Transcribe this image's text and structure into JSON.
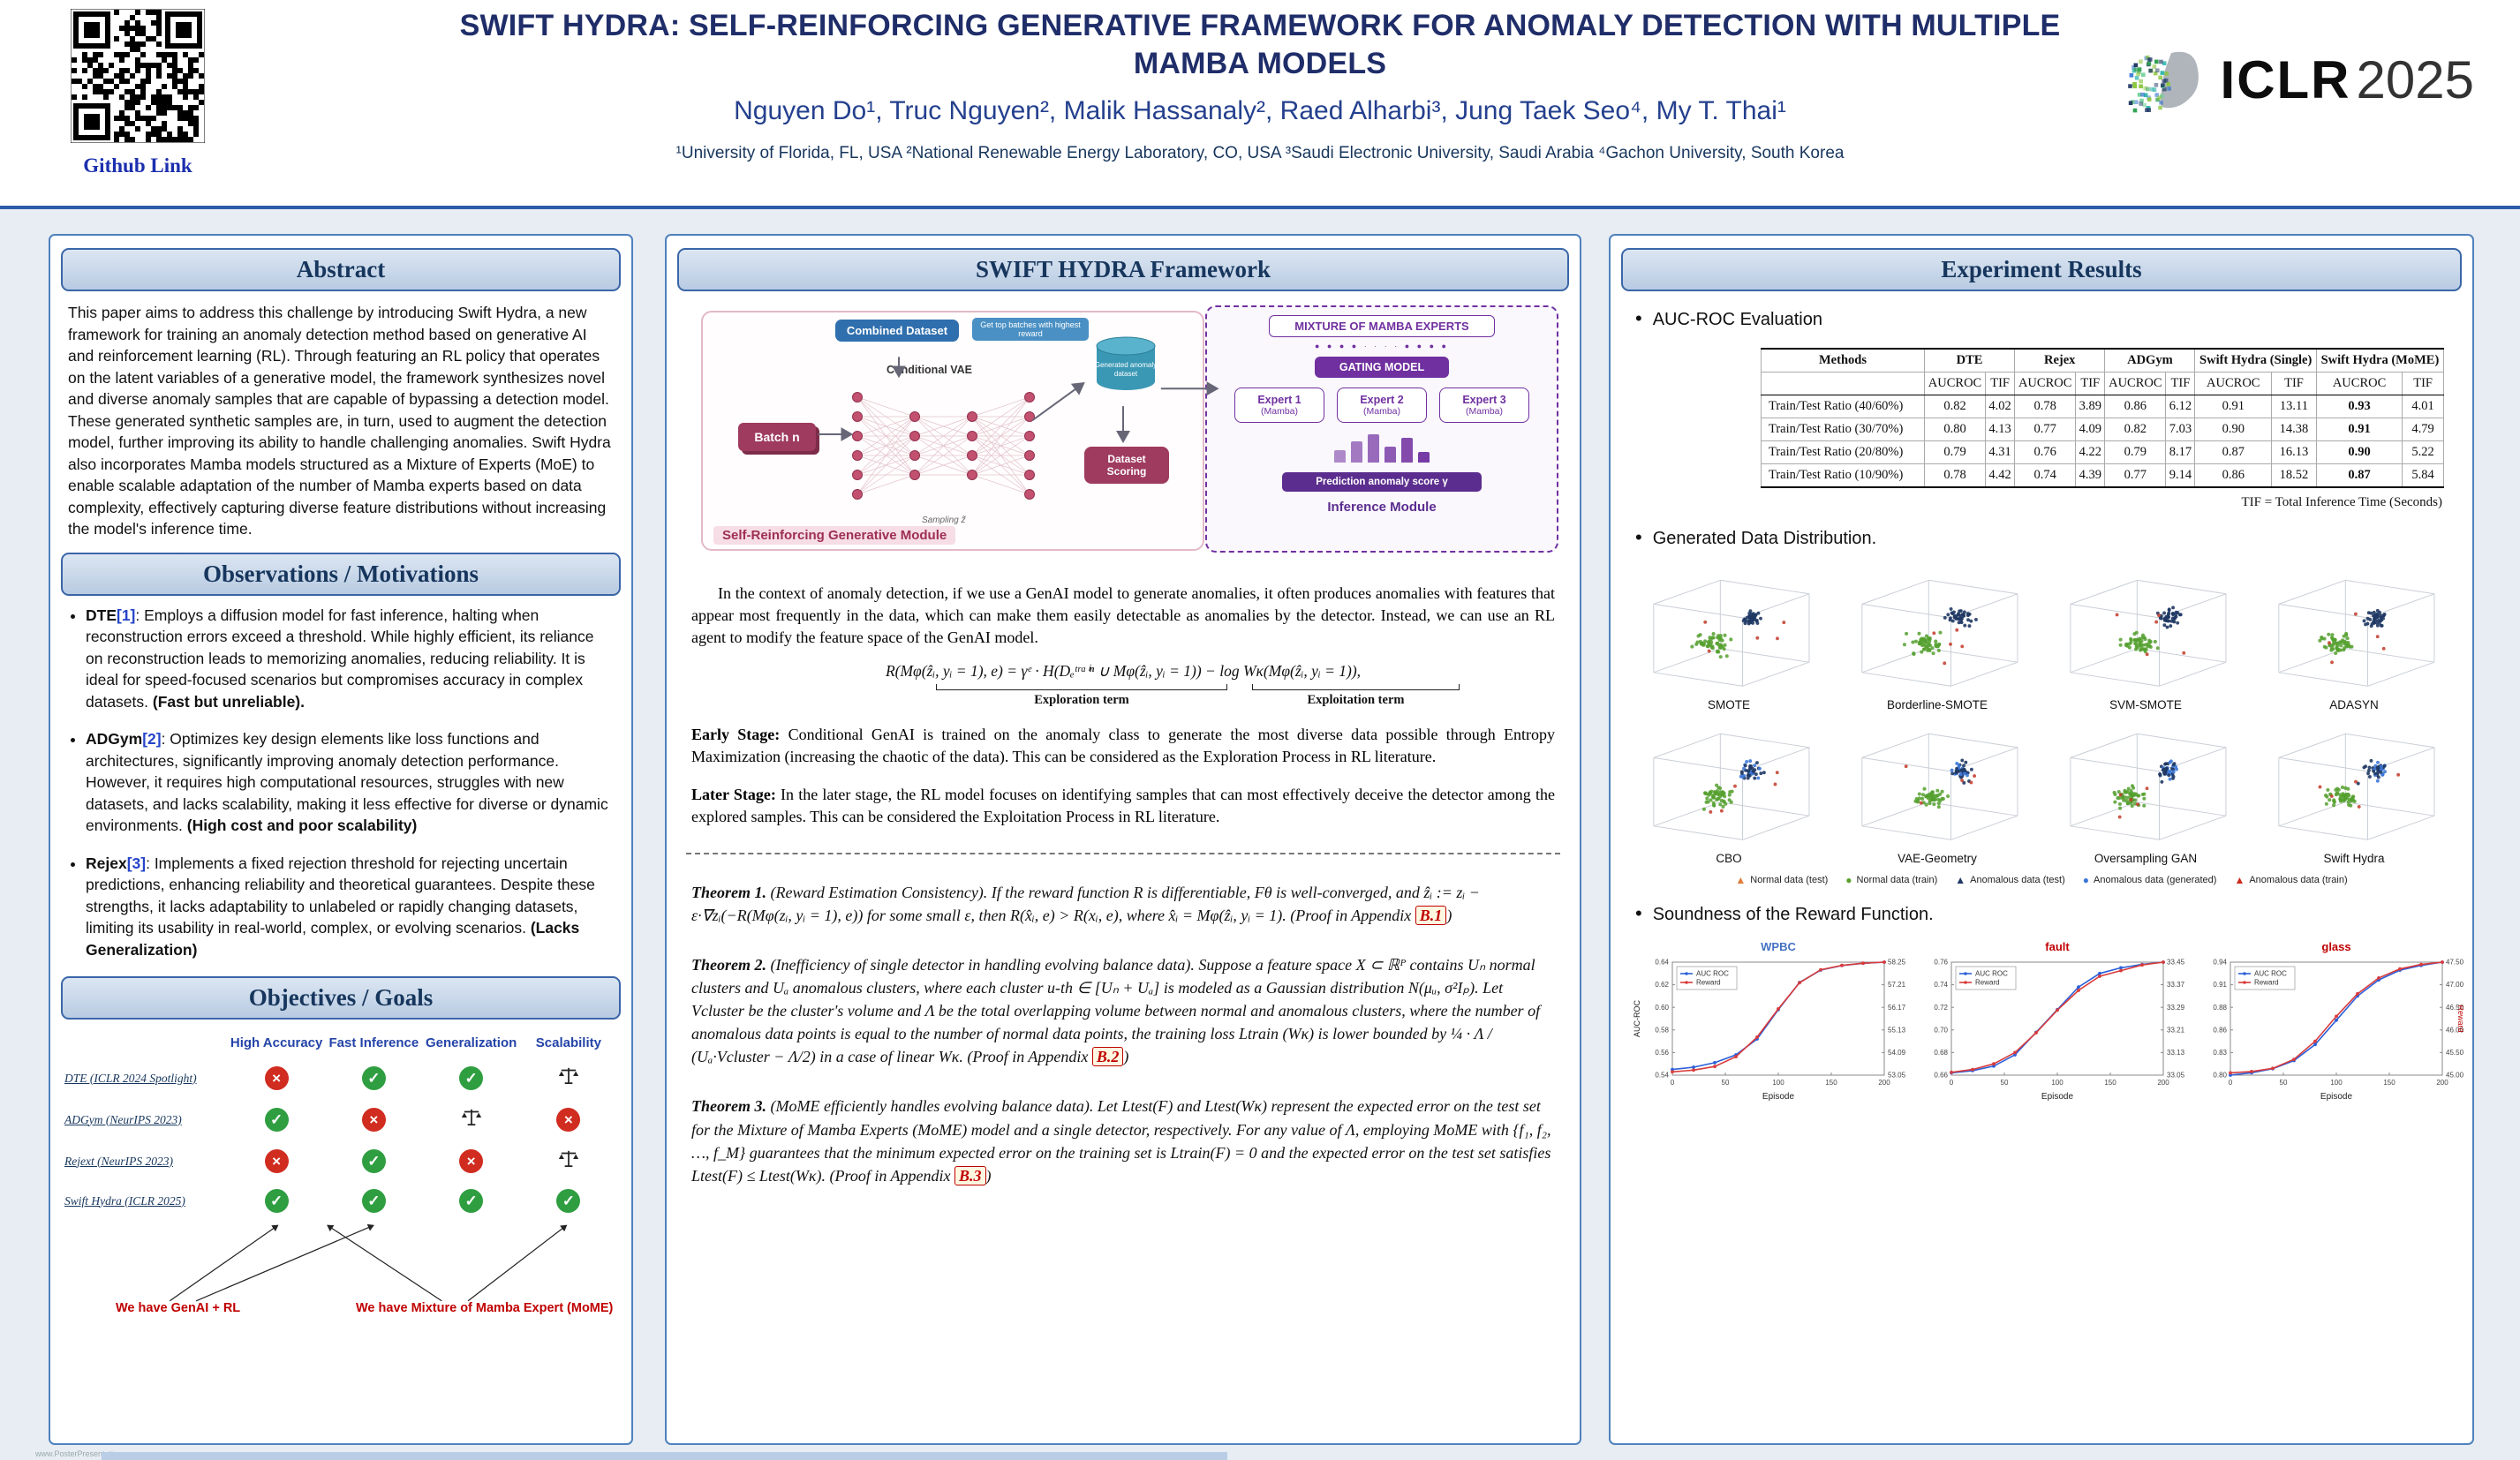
{
  "header": {
    "title": "SWIFT HYDRA: SELF-REINFORCING GENERATIVE FRAMEWORK FOR ANOMALY DETECTION WITH MULTIPLE MAMBA MODELS",
    "authors": "Nguyen Do¹, Truc Nguyen², Malik Hassanaly², Raed Alharbi³, Jung Taek Seo⁴, My T. Thai¹",
    "affiliations": "¹University of Florida, FL, USA  ²National Renewable Energy Laboratory, CO, USA  ³Saudi Electronic University, Saudi Arabia  ⁴Gachon University, South Korea",
    "qr_label": "Github Link",
    "logo_iclr": "ICLR",
    "logo_year": "2025"
  },
  "left": {
    "abstract": {
      "title": "Abstract",
      "body": "This paper aims to address this challenge by introducing Swift Hydra, a new framework for training an anomaly detection method based on generative AI and reinforcement learning (RL). Through featuring an RL policy that operates on the latent variables of a generative model, the framework synthesizes novel and diverse anomaly samples that are capable of bypassing a detection model. These generated synthetic samples are, in turn, used to augment the detection model, further improving its ability to handle challenging anomalies. Swift Hydra also incorporates Mamba models structured as a Mixture of Experts (MoE) to enable scalable adaptation of the number of Mamba experts based on data complexity, effectively capturing diverse feature distributions without increasing the model's inference time."
    },
    "observations": {
      "title": "Observations / Motivations",
      "items": [
        {
          "name": "DTE",
          "ref": "[1]",
          "text": ": Employs a diffusion model for fast inference, halting when reconstruction errors exceed a threshold. While highly efficient, its reliance on reconstruction leads to memorizing anomalies, reducing reliability. It is ideal for speed-focused scenarios but compromises accuracy in complex datasets. ",
          "tail": "(Fast but unreliable)."
        },
        {
          "name": "ADGym",
          "ref": "[2]",
          "text": ": Optimizes key design elements like loss functions and architectures, significantly improving anomaly detection performance. However, it requires high computational resources, struggles with new datasets, and lacks scalability, making it less effective for diverse or dynamic environments. ",
          "tail": "(High cost and poor scalability)"
        },
        {
          "name": "Rejex",
          "ref": "[3]",
          "text": ": Implements a fixed rejection threshold for rejecting uncertain predictions, enhancing reliability and theoretical guarantees. Despite these strengths, it lacks adaptability to unlabeled or rapidly changing datasets, limiting its usability in real-world, complex, or evolving scenarios. ",
          "tail": "(Lacks Generalization)"
        }
      ]
    },
    "objectives": {
      "title": "Objectives / Goals",
      "columns": [
        "High Accuracy",
        "Fast Inference",
        "Generalization",
        "Scalability"
      ],
      "rows": [
        {
          "label": "DTE (ICLR 2024 Spotlight)",
          "marks": [
            "cross",
            "check",
            "check",
            "scale"
          ]
        },
        {
          "label": "ADGym (NeurIPS 2023)",
          "marks": [
            "check",
            "cross",
            "scale",
            "cross"
          ]
        },
        {
          "label": "Rejext (NeurIPS 2023)",
          "marks": [
            "cross",
            "check",
            "cross",
            "scale"
          ]
        },
        {
          "label": "Swift Hydra (ICLR 2025)",
          "marks": [
            "check",
            "check",
            "check",
            "check"
          ]
        }
      ],
      "notes": [
        "We have GenAI + RL",
        "We have Mixture of Mamba Expert (MoME)"
      ]
    }
  },
  "middle": {
    "title": "SWIFT HYDRA Framework",
    "diagram": {
      "combined_dataset": "Combined Dataset",
      "top_note": "Get top batches with highest reward",
      "conditional_vae": "Conditional VAE",
      "batch": "Batch n",
      "generated_dataset": "Generated anomaly dataset",
      "dataset_scoring": "Dataset Scoring",
      "sampling": "Sampling z̃",
      "left_module_label": "Self-Reinforcing Generative Module",
      "moe_title": "MIXTURE OF MAMBA EXPERTS",
      "dots": "● ● ● ●   · · · ·   ● ● ● ●",
      "gating": "GATING MODEL",
      "experts": [
        {
          "name": "Expert 1",
          "sub": "(Mamba)"
        },
        {
          "name": "Expert 2",
          "sub": "(Mamba)"
        },
        {
          "name": "Expert 3",
          "sub": "(Mamba)"
        }
      ],
      "score_bars": [
        14,
        24,
        32,
        18,
        28,
        12
      ],
      "prediction": "Prediction anomaly score γ",
      "right_module_label": "Inference Module"
    },
    "intro": "In the context of anomaly detection, if we use a GenAI model to generate anomalies, it often produces anomalies with features that appear most frequently in the data, which can make them easily detectable as anomalies by the detector. Instead, we can use an RL agent to modify the feature space of the GenAI model.",
    "formula": "R(Mφ(ẑᵢ, yᵢ = 1), e) = γᵉ · H(Dₑᵗʳᵃⁱⁿ ∪ Mφ(ẑᵢ, yᵢ = 1)) − log Wκ(Mφ(ẑᵢ, yᵢ = 1)),",
    "exploration_label": "Exploration term",
    "exploitation_label": "Exploitation term",
    "early_stage_lead": "Early Stage:",
    "early_stage": " Conditional GenAI is trained on the anomaly class to generate the most diverse data possible through Entropy Maximization (increasing the chaotic of the data). This can be considered as the Exploration Process in RL literature.",
    "later_stage_lead": "Later Stage:",
    "later_stage": " In the later stage, the RL model focuses on identifying samples that can most effectively deceive the detector among the explored samples. This can be considered the Exploitation Process in RL literature.",
    "theorems": [
      {
        "lead": "Theorem 1.",
        "body": " (Reward Estimation Consistency). If the reward function R is differentiable, Fθ is well-converged, and ẑᵢ := zᵢ − ε·∇zᵢ(−R(Mφ(zᵢ, yᵢ = 1), e)) for some small ε, then R(x̂ᵢ, e) > R(xᵢ, e), where x̂ᵢ = Mφ(ẑᵢ, yᵢ = 1). (Proof in Appendix ",
        "ref": "B.1",
        "close": ")"
      },
      {
        "lead": "Theorem 2.",
        "body": " (Inefficiency of single detector in handling evolving balance data). Suppose a feature space X ⊂ ℝᴾ contains Uₙ normal clusters and Uₐ anomalous clusters, where each cluster u-th ∈ [Uₙ + Uₐ] is modeled as a Gaussian distribution N(μᵤ, σ²Iₚ). Let Vcluster be the cluster's volume and Λ be the total overlapping volume between normal and anomalous clusters, where the number of anomalous data points is equal to the number of normal data points, the training loss Ltrain (Wκ) is lower bounded by ¼ · Λ / (Uₐ·Vcluster − Λ/2) in a case of linear Wκ. (Proof in Appendix ",
        "ref": "B.2",
        "close": ")"
      },
      {
        "lead": "Theorem 3.",
        "body": " (MoME efficiently handles evolving balance data). Let Ltest(F) and Ltest(Wκ) represent the expected error on the test set for the Mixture of Mamba Experts (MoME) model and a single detector, respectively. For any value of Λ, employing MoME with {f₁, f₂, …, f_M} guarantees that the minimum expected error on the training set is Ltrain(F) = 0 and the expected error on the test set satisfies Ltest(F) ≤ Ltest(Wκ). (Proof in Appendix ",
        "ref": "B.3",
        "close": ")"
      }
    ]
  },
  "right": {
    "title": "Experiment Results",
    "bullet1": "AUC-ROC Evaluation",
    "table": {
      "col_methods": "Methods",
      "groups": [
        "DTE",
        "Rejex",
        "ADGym",
        "Swift Hydra (Single)",
        "Swift Hydra (MoME)"
      ],
      "subheaders": [
        "AUCROC",
        "TIF"
      ],
      "rows": [
        {
          "label": "Train/Test Ratio (40/60%)",
          "values": [
            "0.82",
            "4.02",
            "0.78",
            "3.89",
            "0.86",
            "6.12",
            "0.91",
            "13.11",
            "0.93",
            "4.01"
          ]
        },
        {
          "label": "Train/Test Ratio (30/70%)",
          "values": [
            "0.80",
            "4.13",
            "0.77",
            "4.09",
            "0.82",
            "7.03",
            "0.90",
            "14.38",
            "0.91",
            "4.79"
          ]
        },
        {
          "label": "Train/Test Ratio (20/80%)",
          "values": [
            "0.79",
            "4.31",
            "0.76",
            "4.22",
            "0.79",
            "8.17",
            "0.87",
            "16.13",
            "0.90",
            "5.22"
          ]
        },
        {
          "label": "Train/Test Ratio (10/90%)",
          "values": [
            "0.78",
            "4.42",
            "0.74",
            "4.39",
            "0.77",
            "9.14",
            "0.86",
            "18.52",
            "0.87",
            "5.84"
          ]
        }
      ],
      "bold_cols": [
        8
      ],
      "note": "TIF = Total Inference Time (Seconds)"
    },
    "bullet2": "Generated Data Distribution.",
    "scatter_methods": [
      "SMOTE",
      "Borderline-SMOTE",
      "SVM-SMOTE",
      "ADASYN",
      "CBO",
      "VAE-Geometry",
      "Oversampling GAN",
      "Swift Hydra"
    ],
    "scatter_legend": [
      {
        "label": "Normal data (test)",
        "marker": "triangle",
        "color": "#e07b39"
      },
      {
        "label": "Normal data (train)",
        "marker": "circle",
        "color": "#5aa02c"
      },
      {
        "label": "Anomalous data (test)",
        "marker": "triangle",
        "color": "#1f3864"
      },
      {
        "label": "Anomalous data (generated)",
        "marker": "circle",
        "color": "#3c78d8"
      },
      {
        "label": "Anomalous data (train)",
        "marker": "triangle",
        "color": "#cc2a1e"
      }
    ],
    "bullet3": "Soundness of the Reward Function."
  },
  "chart_data": [
    {
      "type": "line",
      "title": "WPBC",
      "title_color": "#4472c4",
      "xlabel": "Episode",
      "ylabel": "AUC-ROC",
      "ylabel_right": "Reward",
      "xlim": [
        0,
        200
      ],
      "ylim_left": [
        0.54,
        0.64
      ],
      "ylim_right": [
        53.05,
        58.25
      ],
      "x": [
        0,
        20,
        40,
        60,
        80,
        100,
        120,
        140,
        160,
        180,
        200
      ],
      "series": [
        {
          "name": "AUC ROC",
          "color": "#2b5fd9",
          "axis": "left",
          "values": [
            0.545,
            0.547,
            0.551,
            0.558,
            0.572,
            0.598,
            0.622,
            0.633,
            0.637,
            0.639,
            0.64
          ]
        },
        {
          "name": "Reward",
          "color": "#d93b3b",
          "axis": "right",
          "values": [
            53.2,
            53.28,
            53.45,
            53.9,
            54.8,
            56.1,
            57.3,
            57.9,
            58.1,
            58.2,
            58.25
          ]
        }
      ]
    },
    {
      "type": "line",
      "title": "fault",
      "title_color": "#c00000",
      "xlabel": "Episode",
      "ylabel": "AUC-ROC",
      "ylabel_right": "Reward",
      "xlim": [
        0,
        200
      ],
      "ylim_left": [
        0.66,
        0.76
      ],
      "ylim_right": [
        33.05,
        33.45
      ],
      "x": [
        0,
        20,
        40,
        60,
        80,
        100,
        120,
        140,
        160,
        180,
        200
      ],
      "series": [
        {
          "name": "AUC ROC",
          "color": "#2b5fd9",
          "axis": "left",
          "values": [
            0.662,
            0.664,
            0.668,
            0.678,
            0.698,
            0.718,
            0.738,
            0.75,
            0.755,
            0.758,
            0.76
          ]
        },
        {
          "name": "Reward",
          "color": "#d93b3b",
          "axis": "right",
          "values": [
            33.06,
            33.07,
            33.09,
            33.13,
            33.2,
            33.28,
            33.35,
            33.4,
            33.42,
            33.44,
            33.45
          ]
        }
      ]
    },
    {
      "type": "line",
      "title": "glass",
      "title_color": "#c00000",
      "xlabel": "Episode",
      "ylabel": "AUC-ROC",
      "ylabel_right": "Reward",
      "xlim": [
        0,
        200
      ],
      "ylim_left": [
        0.8,
        0.94
      ],
      "ylim_right": [
        45.0,
        47.5
      ],
      "x": [
        0,
        20,
        40,
        60,
        80,
        100,
        120,
        140,
        160,
        180,
        200
      ],
      "series": [
        {
          "name": "AUC ROC",
          "color": "#2b5fd9",
          "axis": "left",
          "values": [
            0.8,
            0.803,
            0.808,
            0.818,
            0.838,
            0.868,
            0.898,
            0.918,
            0.93,
            0.936,
            0.94
          ]
        },
        {
          "name": "Reward",
          "color": "#d93b3b",
          "axis": "right",
          "values": [
            45.05,
            45.08,
            45.15,
            45.35,
            45.75,
            46.3,
            46.8,
            47.15,
            47.35,
            47.45,
            47.5
          ]
        }
      ]
    }
  ],
  "footer": {
    "credit": "www.PosterPresentations.com"
  }
}
